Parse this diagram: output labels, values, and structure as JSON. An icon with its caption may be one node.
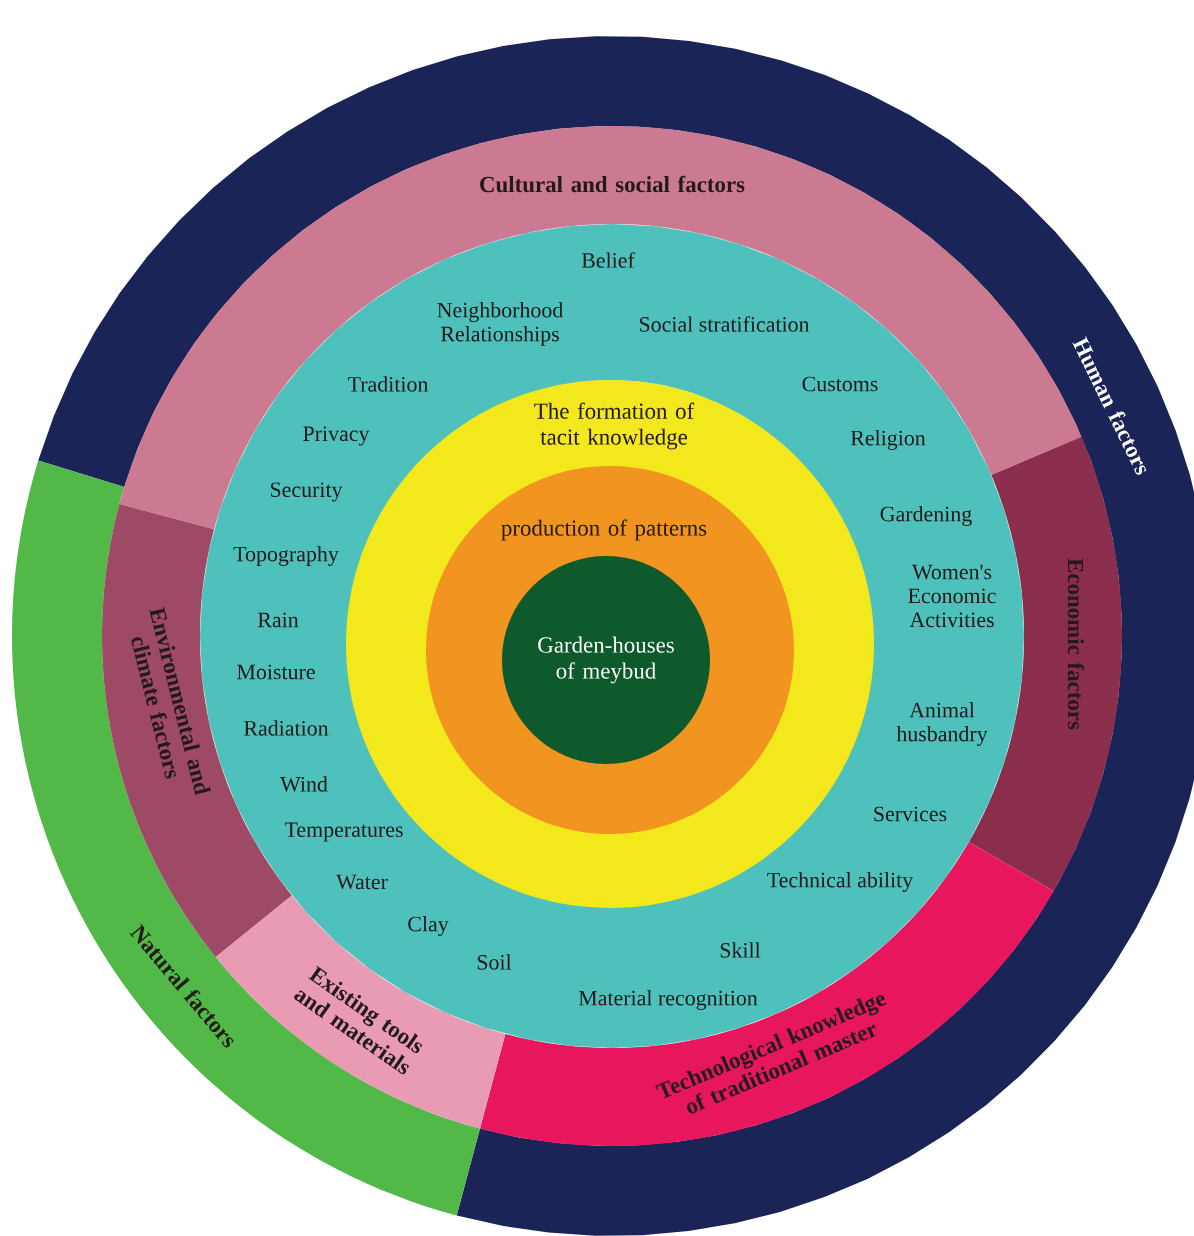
{
  "diagram": {
    "nodes": [
      {
        "text": [
          "Human factors"
        ]
      },
      {
        "text": [
          "Natural factors"
        ]
      },
      {
        "text": [
          "Cultural and social factors"
        ]
      },
      {
        "text": [
          "Economic factors"
        ]
      },
      {
        "text": [
          "Technological knowledge of traditional master"
        ]
      },
      {
        "text": [
          "Existing tools and materials"
        ]
      },
      {
        "text": [
          "Environmental and climate factors"
        ]
      },
      {
        "text": [
          "Belief",
          "Neighborhood Relationships",
          "Social stratification",
          "Tradition",
          "Customs",
          "Privacy",
          "Religion",
          "Security",
          "Gardening",
          "Topography",
          "Women's Economic Activities",
          "Rain",
          "Moisture",
          "Animal husbandry",
          "Radiation",
          "Wind",
          "Temperatures",
          "Services",
          "Water",
          "Technical ability",
          "Clay",
          "Soil",
          "Skill",
          "Material recognition"
        ]
      },
      {
        "text": [
          "The formation of tacit knowledge"
        ]
      },
      {
        "text": [
          "production of patterns"
        ],
        "in": 8
      },
      {
        "text": [
          "Garden-houses of meybud"
        ],
        "in": 9
      }
    ]
  }
}
